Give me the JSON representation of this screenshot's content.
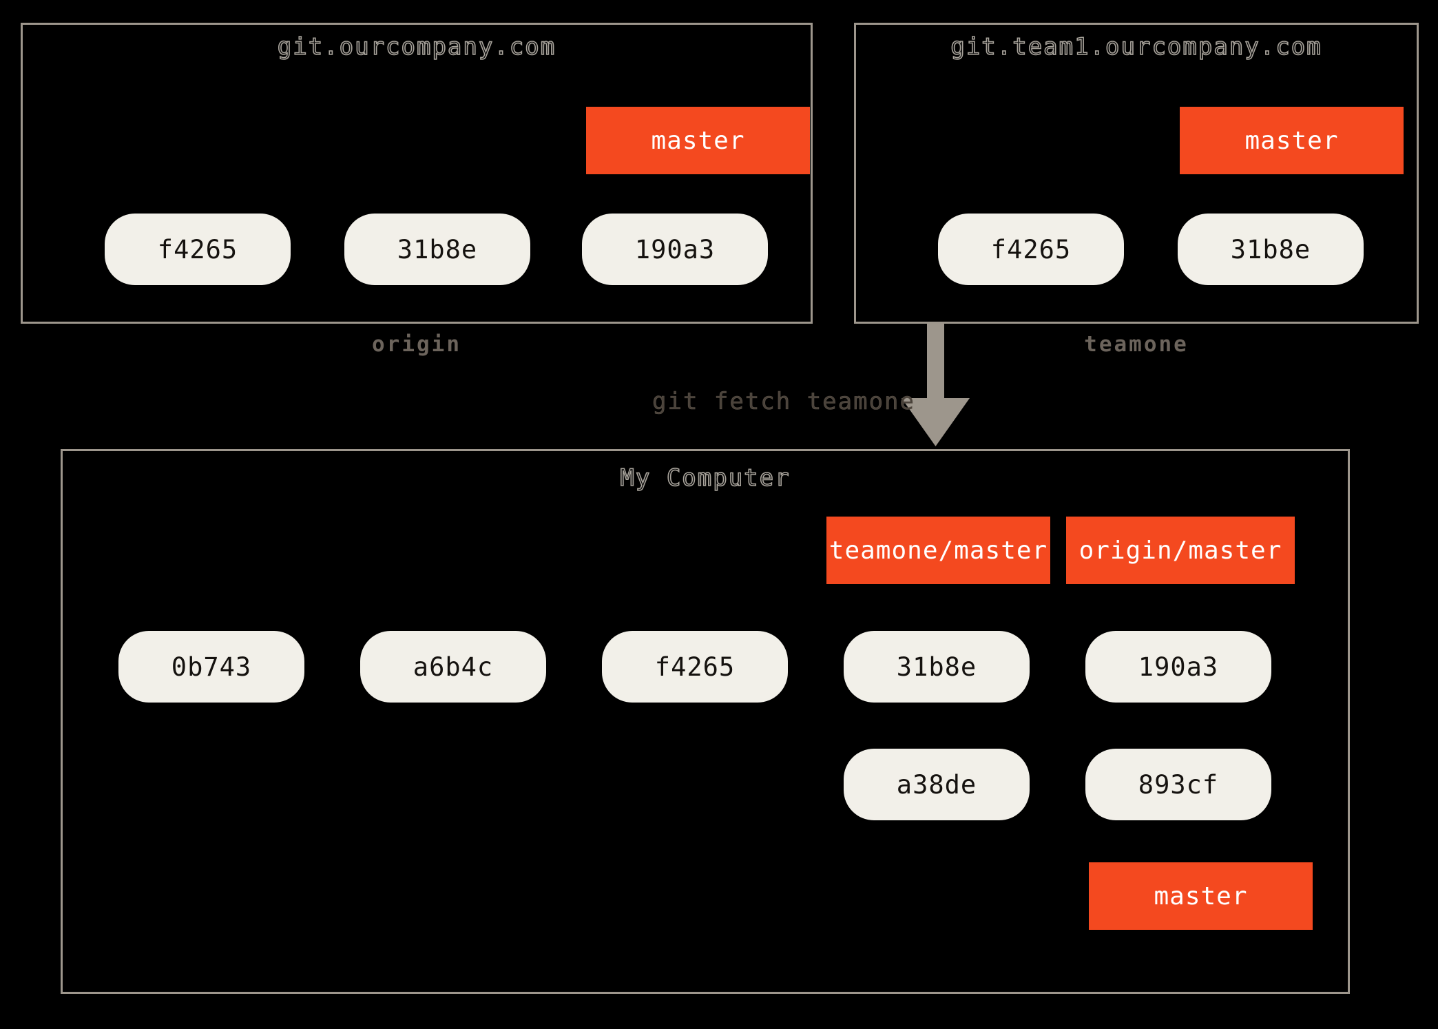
{
  "diagram": {
    "title": "git fetch teamone",
    "background": "#000000",
    "colors": {
      "panel_border": "#9d968c",
      "commit_fill": "#f2f0e9",
      "commit_text": "#15120f",
      "branch_fill": "#f4491f",
      "branch_text": "#ffffff",
      "arrow": "#8b8279",
      "caption": "#6c645c"
    }
  },
  "panels": [
    {
      "id": "origin",
      "title": "git.ourcompany.com",
      "caption": "origin"
    },
    {
      "id": "teamone",
      "title": "git.team1.ourcompany.com",
      "caption": "teamone"
    },
    {
      "id": "local",
      "title": "My Computer",
      "caption": ""
    }
  ],
  "origin_panel": {
    "title": "git.ourcompany.com",
    "caption": "origin",
    "branch_label": "master",
    "commits": [
      "f4265",
      "31b8e",
      "190a3"
    ]
  },
  "teamone_panel": {
    "title": "git.team1.ourcompany.com",
    "caption": "teamone",
    "branch_label": "master",
    "commits": [
      "f4265",
      "31b8e"
    ]
  },
  "local_panel": {
    "title": "My Computer",
    "branch_labels": {
      "teamone_master": "teamone/master",
      "origin_master": "origin/master",
      "master": "master"
    },
    "commits_main": [
      "0b743",
      "a6b4c",
      "f4265",
      "31b8e",
      "190a3"
    ],
    "commits_branch": [
      "a38de",
      "893cf"
    ]
  },
  "command": {
    "text": "git fetch teamone"
  }
}
